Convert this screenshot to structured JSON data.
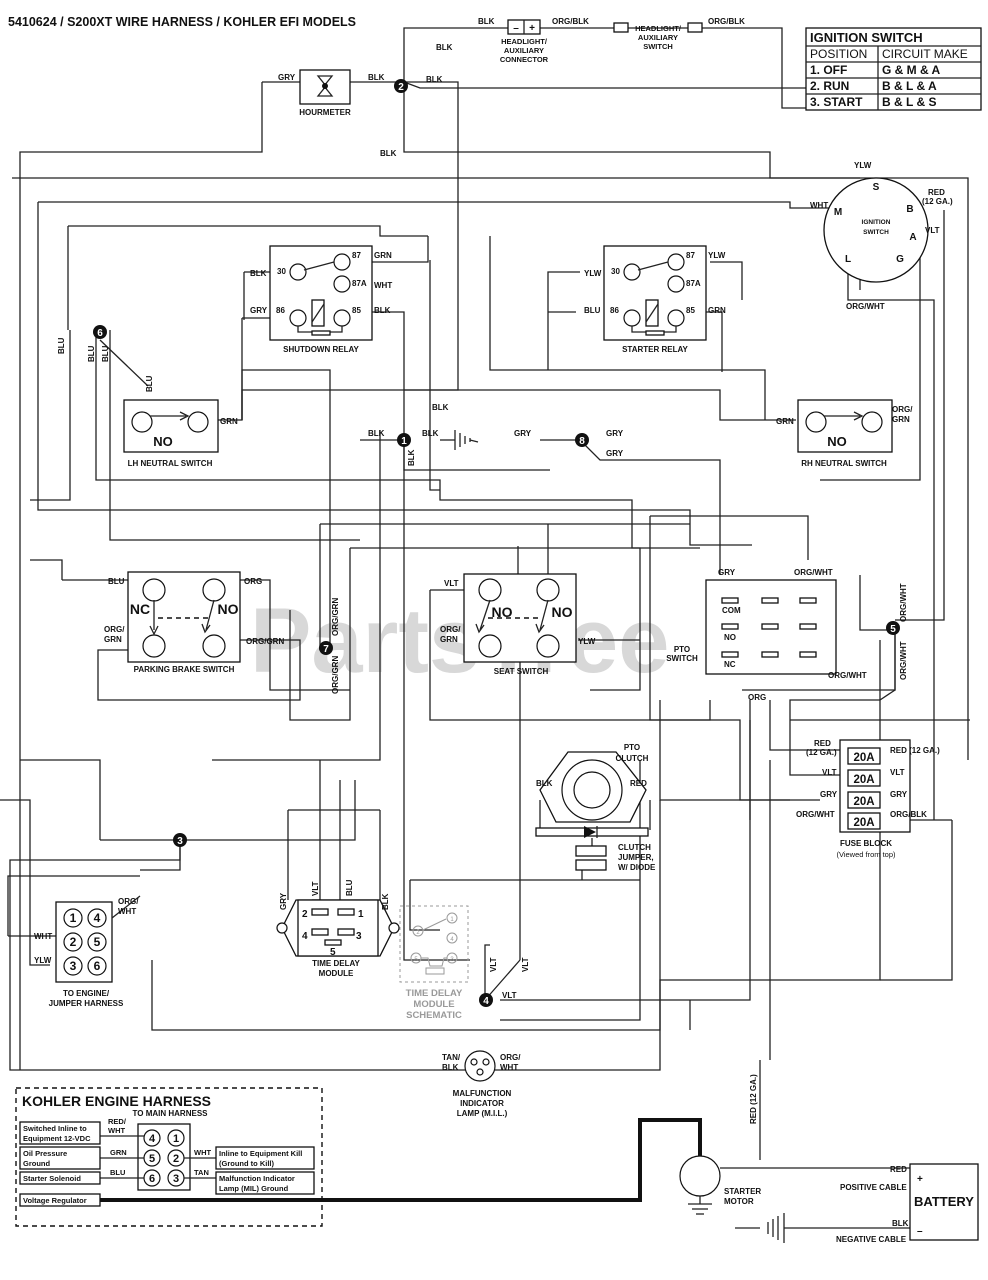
{
  "title": "5410624 / S200XT WIRE HARNESS / KOHLER EFI MODELS",
  "watermark": "PartsTree",
  "ignition_table": {
    "header": "IGNITION SWITCH",
    "col_position": "POSITION",
    "col_circuit": "CIRCUIT MAKE",
    "rows": [
      {
        "position": "1. OFF",
        "circuit": "G & M & A"
      },
      {
        "position": "2. RUN",
        "circuit": "B & L & A"
      },
      {
        "position": "3. START",
        "circuit": "B & L & S"
      }
    ]
  },
  "components": {
    "hourmeter": "HOURMETER",
    "headlight_connector": [
      "HEADLIGHT/",
      "AUXILIARY",
      "CONNECTOR"
    ],
    "headlight_switch": [
      "HEADLIGHT/",
      "AUXILIARY",
      "SWITCH"
    ],
    "ignition_switch": [
      "IGNITION",
      "SWITCH"
    ],
    "ignition_terminals": {
      "s": "S",
      "m": "M",
      "b": "B",
      "a": "A",
      "l": "L",
      "g": "G"
    },
    "shutdown_relay": "SHUTDOWN RELAY",
    "starter_relay": "STARTER RELAY",
    "relay_pins": {
      "p30": "30",
      "p87": "87",
      "p87a": "87A",
      "p86": "86",
      "p85": "85"
    },
    "lh_neutral": "LH NEUTRAL SWITCH",
    "rh_neutral": "RH NEUTRAL SWITCH",
    "no": "NO",
    "nc": "NC",
    "parking_brake": "PARKING BRAKE SWITCH",
    "seat_switch": "SEAT SWITCH",
    "pto_switch": [
      "PTO",
      "SWITCH"
    ],
    "pto_terminals": {
      "com": "COM",
      "no": "NO",
      "nc": "NC"
    },
    "pto_clutch": [
      "PTO",
      "CLUTCH"
    ],
    "clutch_jumper": [
      "CLUTCH",
      "JUMPER,",
      "W/ DIODE"
    ],
    "fuse_block": [
      "FUSE BLOCK",
      "(Viewed from top)"
    ],
    "fuse_rating": "20A",
    "time_delay": [
      "TIME DELAY",
      "MODULE"
    ],
    "time_delay_pins": {
      "p1": "1",
      "p2": "2",
      "p3": "3",
      "p4": "4",
      "p5": "5"
    },
    "time_delay_schematic": [
      "TIME DELAY",
      "MODULE",
      "SCHEMATIC"
    ],
    "schematic_pins": {
      "p1": "1",
      "p2": "2",
      "p3": "3",
      "p4": "4",
      "p5": "5"
    },
    "engine_connector": [
      "TO ENGINE/",
      "JUMPER HARNESS"
    ],
    "engine_pins": {
      "p1": "1",
      "p2": "2",
      "p3": "3",
      "p4": "4",
      "p5": "5",
      "p6": "6"
    },
    "mil_lamp": [
      "MALFUNCTION",
      "INDICATOR",
      "LAMP (M.I.L.)"
    ],
    "starter_motor": [
      "STARTER",
      "MOTOR"
    ],
    "battery": "BATTERY",
    "battery_pos": "+",
    "battery_neg": "–",
    "positive_cable": "POSITIVE CABLE",
    "negative_cable": "NEGATIVE CABLE",
    "connector_minus": "–",
    "connector_plus": "+"
  },
  "wires": {
    "blk": "BLK",
    "gry": "GRY",
    "grn": "GRN",
    "wht": "WHT",
    "ylw": "YLW",
    "blu": "BLU",
    "org": "ORG",
    "vlt": "VLT",
    "red": "RED",
    "tan": "TAN",
    "org_blk": "ORG/BLK",
    "org_wht": "ORG/WHT",
    "org_grn": "ORG/GRN",
    "org_slash": "ORG/",
    "grn_only": "GRN",
    "red_slash": "RED/",
    "red_12": "RED (12 GA.)",
    "red_12a": "RED",
    "red_12b": "(12 GA.)",
    "tan_slash": "TAN/",
    "wht_only": "WHT"
  },
  "nodes": [
    "1",
    "2",
    "3",
    "4",
    "5",
    "6",
    "7",
    "8"
  ],
  "kohler": {
    "title": "KOHLER ENGINE HARNESS",
    "subtitle": "TO MAIN HARNESS",
    "left_labels": [
      [
        "Switched Inline to",
        "Equipment 12-VDC"
      ],
      [
        "Oil Pressure",
        "Ground"
      ],
      [
        "Starter Solenoid"
      ],
      [
        "Voltage Regulator"
      ]
    ],
    "right_labels": [
      [
        "Inline to Equipment Kill",
        "(Ground to Kill)"
      ],
      [
        "Malfunction Indicator",
        "Lamp (MIL) Ground"
      ]
    ],
    "pins": {
      "p1": "1",
      "p2": "2",
      "p3": "3",
      "p4": "4",
      "p5": "5",
      "p6": "6"
    }
  }
}
